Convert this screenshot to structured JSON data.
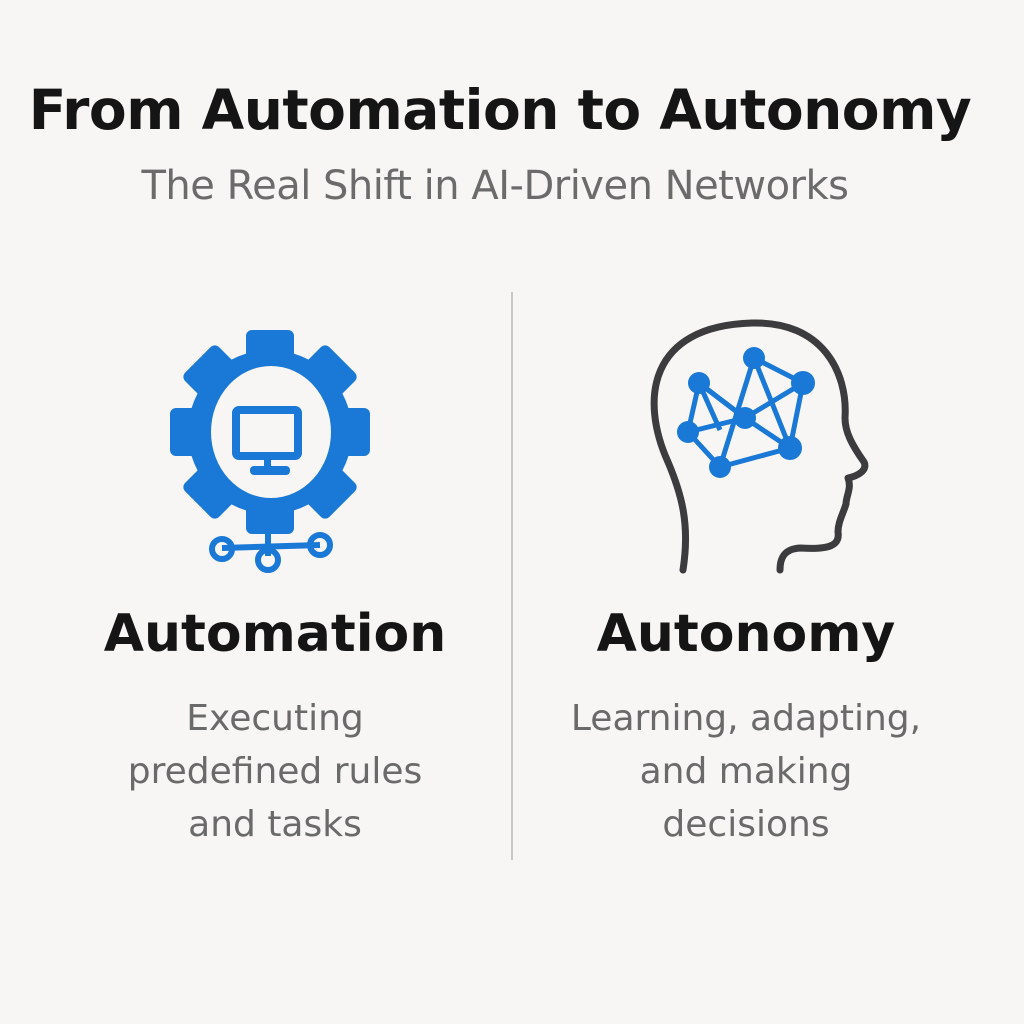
{
  "header": {
    "title": "From Automation to Autonomy",
    "subtitle": "The Real Shift in AI-Driven Networks"
  },
  "columns": [
    {
      "icon": "gear-monitor-network-icon",
      "heading": "Automation",
      "description_lines": [
        "Executing",
        "predefined rules",
        "and tasks"
      ]
    },
    {
      "icon": "head-neural-network-icon",
      "heading": "Autonomy",
      "description_lines": [
        "Learning, adapting,",
        "and making",
        "decisions"
      ]
    }
  ],
  "colors": {
    "accent": "#1a78d6",
    "outline": "#3c3c3e",
    "background": "#f7f6f4"
  }
}
